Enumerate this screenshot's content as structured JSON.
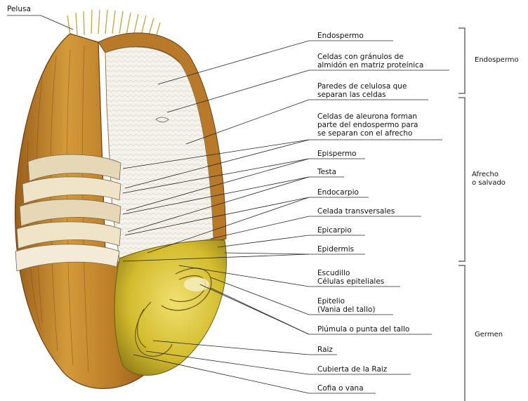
{
  "labels": {
    "pelusa": "Pelusa",
    "endospermo": "Endospermo",
    "celdas_granulos": [
      "Celdas con gránulos de",
      "almidón en matriz proteínica"
    ],
    "paredes": [
      "Paredes de celulosa que",
      "separan las celdas"
    ],
    "aleurona": [
      "Celdas de aleurona forman",
      "parte del endospermo para",
      "se separan con el afrecho"
    ],
    "epispermo": "Epispermo",
    "testa": "Testa",
    "endocarpio": "Endocarpio",
    "celada": "Celada transversales",
    "epicarpio": "Epicarpio",
    "epidermis": "Epidermis",
    "escudillo": [
      "Escudillo",
      "Células epiteliales"
    ],
    "epitelio": [
      "Epitelio",
      "(Vania del tallo)"
    ],
    "plumula": "Plúmula o punta del tallo",
    "raiz": "Raiz",
    "cubierta": "Cubierta de la Raiz",
    "cofia": "Cofia o vana"
  },
  "groups": {
    "endospermo": "Endospermo",
    "afrecho": [
      "Afrecho",
      "o salvado"
    ],
    "germen": "Germen"
  },
  "colors": {
    "husk": "#c8892a",
    "husk_dark": "#8a5418",
    "endosperm": "#f4f1ea",
    "germ": "#d9c33a",
    "germ_dark": "#9c8a1c",
    "bran_layer": "#e8dcc0",
    "line": "#222222"
  }
}
